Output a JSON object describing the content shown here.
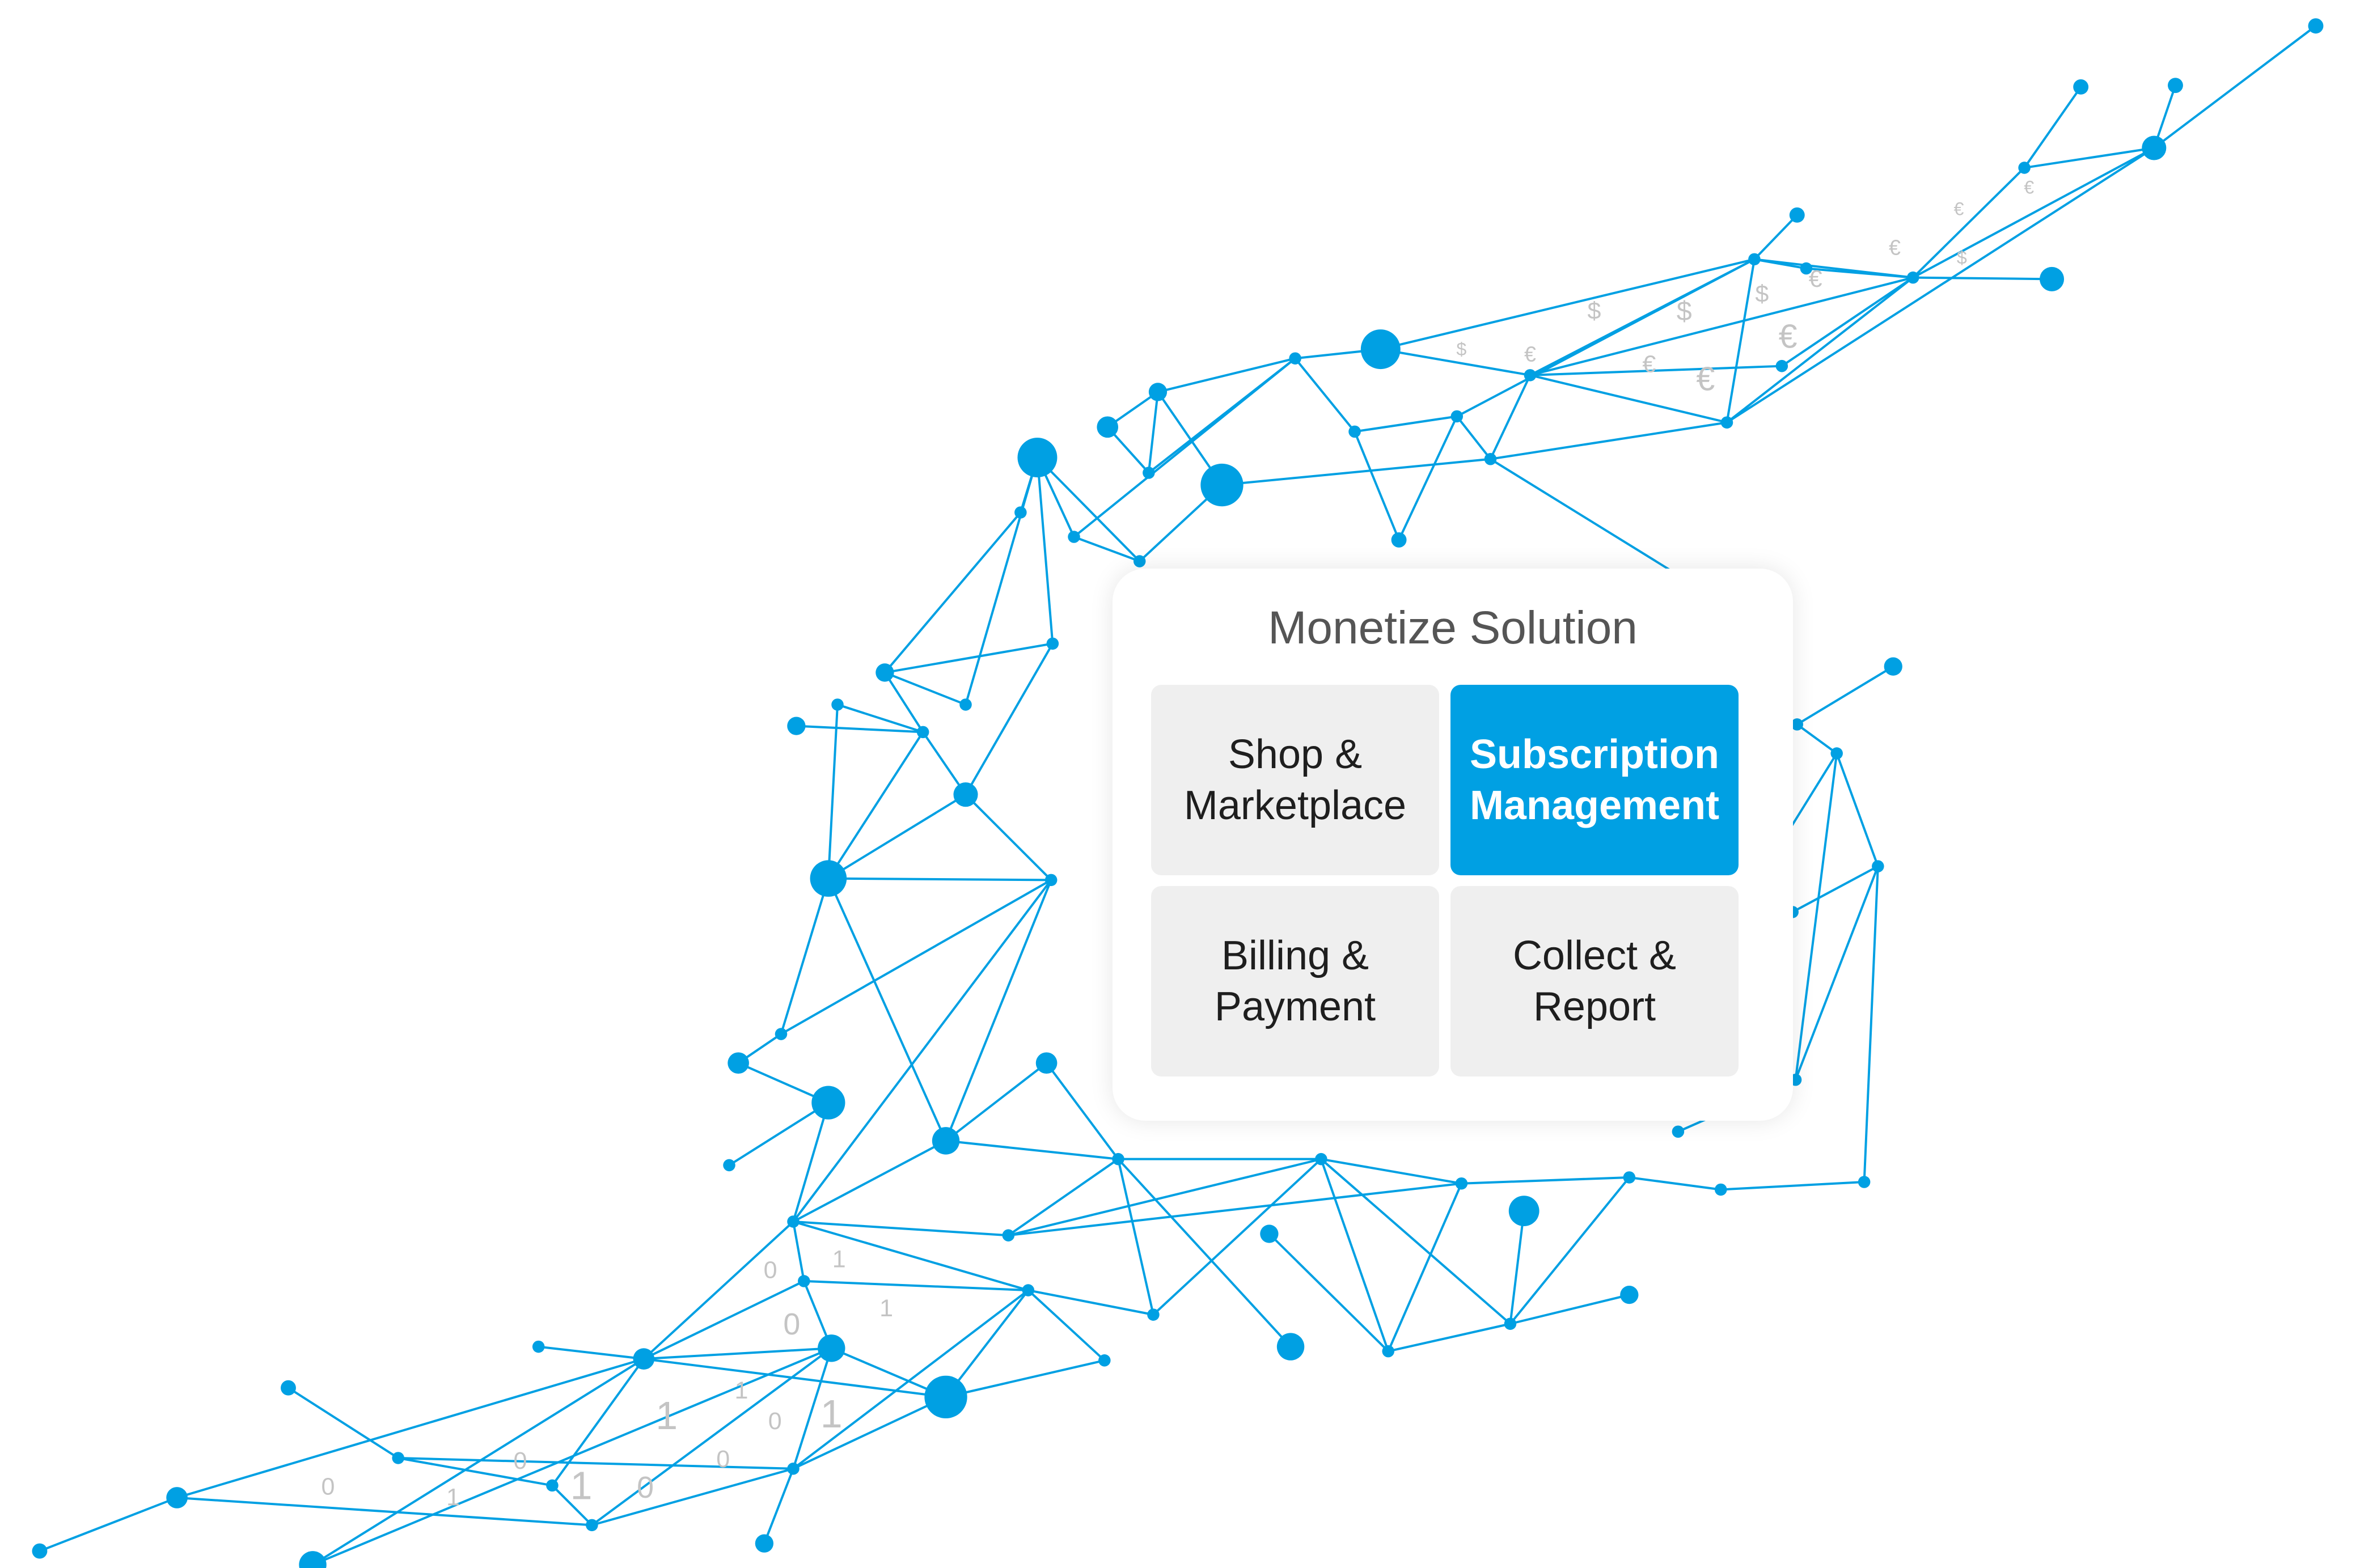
{
  "colors": {
    "accent": "#00a0e3",
    "glyph": "#c4c4c4"
  },
  "card": {
    "title": "Monetize Solution",
    "tiles": [
      {
        "label": "Shop &\nMarketplace",
        "active": false
      },
      {
        "label": "Subscription\nManagement",
        "active": true
      },
      {
        "label": "Billing &\nPayment",
        "active": false
      },
      {
        "label": "Collect &\nReport",
        "active": false
      }
    ]
  },
  "decoration": {
    "binary_digits": [
      "0",
      "1",
      "0",
      "1",
      "0",
      "1",
      "0",
      "1",
      "0",
      "1",
      "0",
      "1",
      "0",
      "1"
    ],
    "currency_symbols": [
      "$",
      "€",
      "$",
      "€",
      "$",
      "€",
      "€",
      "$",
      "€",
      "€",
      "€",
      "$",
      "€"
    ]
  }
}
